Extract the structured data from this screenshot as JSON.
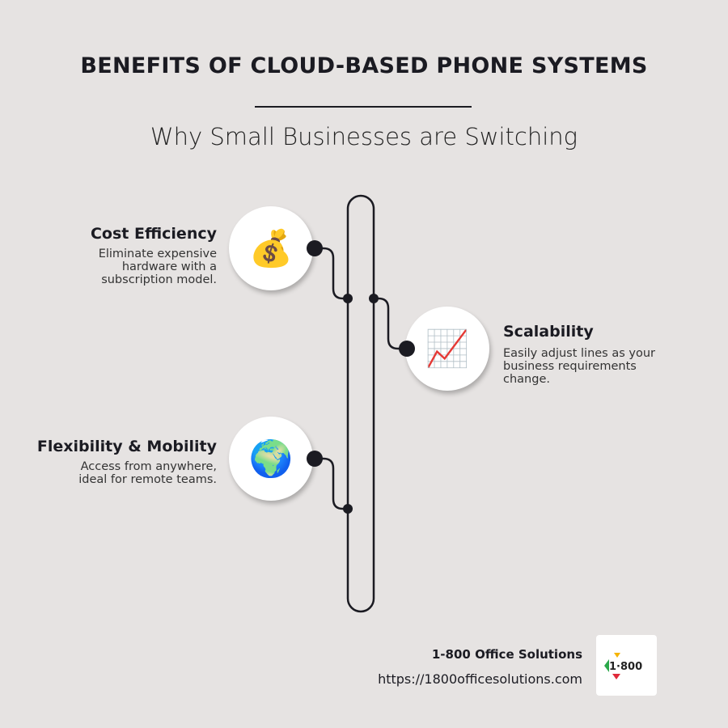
{
  "title": "BENEFITS OF CLOUD-BASED PHONE SYSTEMS",
  "subtitle": "Why Small Businesses are Switching",
  "items": [
    {
      "heading": "Cost Efficiency",
      "description": "Eliminate expensive hardware with a subscription model.",
      "icon": "money-bag-icon",
      "glyph": "💰"
    },
    {
      "heading": "Scalability",
      "description": "Easily adjust lines as your business requirements change.",
      "icon": "chart-increasing-icon",
      "glyph": "📈"
    },
    {
      "heading": "Flexibility & Mobility",
      "description": "Access from anywhere, ideal for remote teams.",
      "icon": "globe-icon",
      "glyph": "🌍"
    }
  ],
  "footer": {
    "brand": "1-800 Office Solutions",
    "url": "https://1800officesolutions.com",
    "logo_text": "1·800"
  }
}
